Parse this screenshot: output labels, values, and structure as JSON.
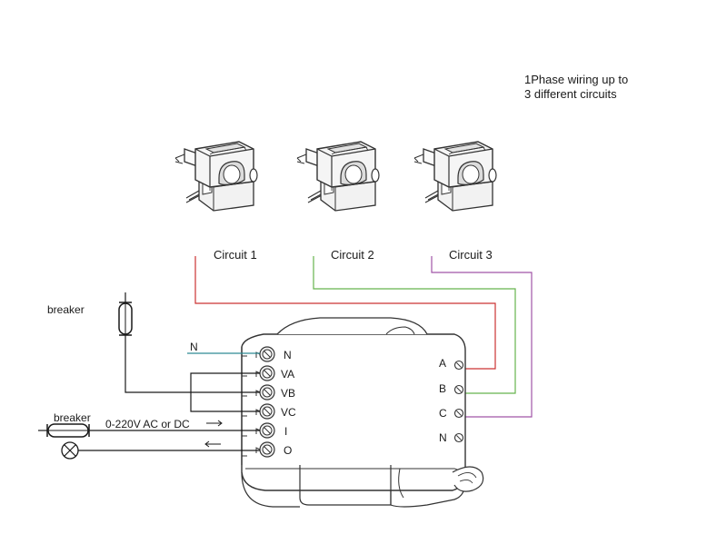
{
  "note": {
    "line1": "1Phase wiring up to",
    "line2": "3 different circuits"
  },
  "sensors": [
    {
      "label": "Circuit 1",
      "wire_color": "#cc3333"
    },
    {
      "label": "Circuit 2",
      "wire_color": "#66b34d"
    },
    {
      "label": "Circuit 3",
      "wire_color": "#a055a6"
    }
  ],
  "breaker_top_label": "breaker",
  "breaker_bottom_label": "breaker",
  "neutral_wire_label": "N",
  "neutral_wire_color": "#2f8a94",
  "supply_label": "0-220V AC or DC",
  "left_terminals": [
    "N",
    "VA",
    "VB",
    "VC",
    "I",
    "O"
  ],
  "right_terminals": [
    "A",
    "B",
    "C",
    "N"
  ],
  "icons": {
    "fuse": "fuse-icon",
    "lamp": "lamp-icon",
    "arrow_right": "arrow-right-icon",
    "arrow_left": "arrow-left-icon"
  }
}
